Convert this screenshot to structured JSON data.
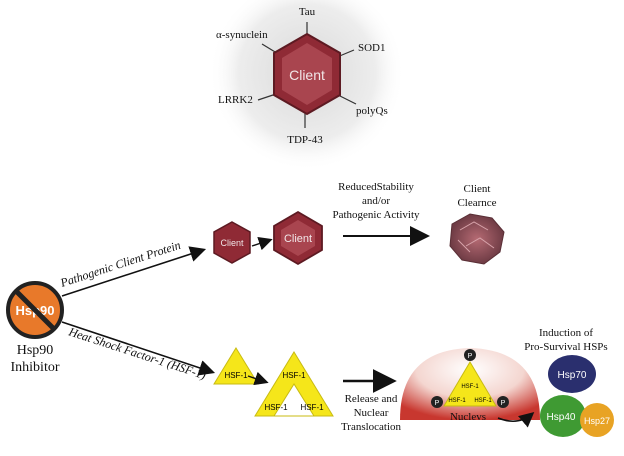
{
  "hub": {
    "center_label": "Client",
    "clients": [
      "Tau",
      "SOD1",
      "polyQs",
      "TDP-43",
      "LRRK2",
      "α-synuclein"
    ]
  },
  "inhibitor": {
    "badge": "Hsp90",
    "label_line1": "Hsp90",
    "label_line2": "Inhibitor"
  },
  "pathway_client": {
    "arrow_label": "Pathogenic Client Protein",
    "hex_small": "Client",
    "hex_large": "Client",
    "step_label_line1": "ReducedStability",
    "step_label_line2": "and/or",
    "step_label_line3": "Pathogenic Activity",
    "result_line1": "Client",
    "result_line2": "Clearnce"
  },
  "pathway_hsf": {
    "arrow_label": "Heat Shock Factor-1 (HSF-1)",
    "hsf_label": "HSF-1",
    "step_label_line1": "Release and",
    "step_label_line2": "Nuclear",
    "step_label_line3": "Translocation",
    "phospho": "P",
    "nucleus_label": "Nuclevs",
    "induction_line1": "Induction of",
    "induction_line2": "Pro-Survival HSPs",
    "hsps": [
      "Hsp70",
      "Hsp40",
      "Hsp27"
    ]
  },
  "colors": {
    "client_hex": "#8f2a35",
    "hsf_yellow": "#f5e61a",
    "inhibitor_orange": "#e8792a",
    "hsp70": "#2a2f6e",
    "hsp40": "#3f9a33",
    "hsp27": "#e8a324"
  }
}
